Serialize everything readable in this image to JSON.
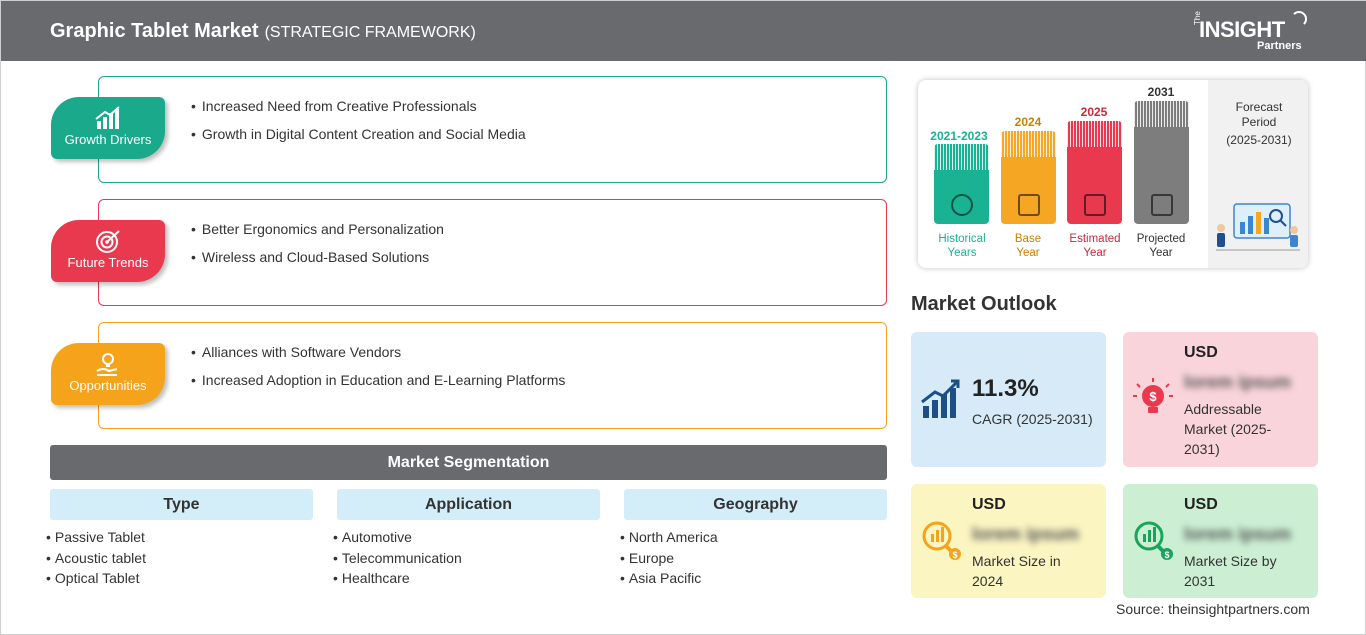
{
  "header": {
    "title": "Graphic Tablet Market",
    "subtitle": "(STRATEGIC FRAMEWORK)",
    "logo_the": "The",
    "logo_insight": "INSIGHT",
    "logo_partners": "Partners"
  },
  "framework": {
    "drivers": {
      "label": "Growth Drivers",
      "color": "#1aa98a",
      "items": [
        "Increased Need from Creative Professionals",
        "Growth in Digital Content Creation and Social Media"
      ]
    },
    "trends": {
      "label": "Future Trends",
      "color": "#e8394e",
      "items": [
        "Better Ergonomics and Personalization",
        "Wireless and Cloud-Based Solutions"
      ]
    },
    "opportunities": {
      "label": "Opportunities",
      "color": "#f5a31a",
      "items": [
        "Alliances with Software Vendors",
        "Increased Adoption in Education and E-Learning Platforms"
      ]
    }
  },
  "segmentation": {
    "title": "Market Segmentation",
    "columns": [
      {
        "head": "Type",
        "items": [
          "Passive Tablet",
          "Acoustic tablet",
          "Optical Tablet"
        ]
      },
      {
        "head": "Application",
        "items": [
          "Automotive",
          "Telecommunication",
          "Healthcare"
        ]
      },
      {
        "head": "Geography",
        "items": [
          "North America",
          "Europe",
          "Asia Pacific"
        ]
      }
    ]
  },
  "timeline": {
    "historical": {
      "year": "2021-2023",
      "label_1": "Historical",
      "label_2": "Years",
      "color": "#19b393"
    },
    "base": {
      "year": "2024",
      "label_1": "Base",
      "label_2": "Year",
      "color": "#f5a623"
    },
    "estimated": {
      "year": "2025",
      "label_1": "Estimated",
      "label_2": "Year",
      "color": "#e8394e"
    },
    "projected": {
      "year": "2031",
      "label_1": "Projected",
      "label_2": "Year",
      "color": "#7d7d7d"
    },
    "forecast_label_1": "Forecast",
    "forecast_label_2": "Period",
    "forecast_range": "(2025-2031)"
  },
  "outlook": {
    "title": "Market Outlook",
    "cagr": {
      "value": "11.3%",
      "label": "CAGR (2025-2031)",
      "bg": "#d6ebf7"
    },
    "addressable": {
      "usd": "USD",
      "value": "lorem ipsum",
      "line_1": "Addressable",
      "line_2": "Market (2025-",
      "line_3": "2031)",
      "bg": "#f9d5db"
    },
    "size_2024": {
      "usd": "USD",
      "value": "lorem ipsum",
      "line_1": "Market Size in",
      "line_2": "2024",
      "bg": "#fbf5c2"
    },
    "size_2031": {
      "usd": "USD",
      "value": "lorem ipsum",
      "line_1": "Market Size by",
      "line_2": "2031",
      "bg": "#ccefd4"
    }
  },
  "source": "Source: theinsightpartners.com"
}
